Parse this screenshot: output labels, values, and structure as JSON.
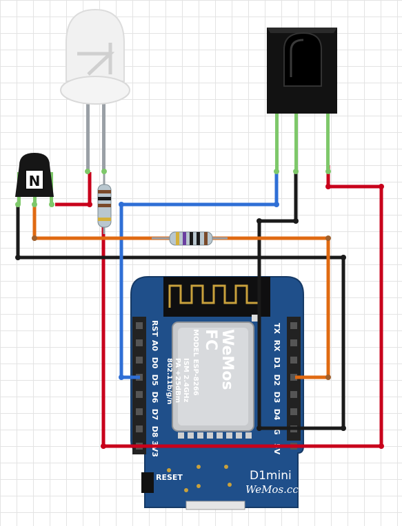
{
  "transistor": {
    "label": "N"
  },
  "board": {
    "pins_left": [
      "RST",
      "A0",
      "D0",
      "D5",
      "D6",
      "D7",
      "D8",
      "3V3"
    ],
    "pins_right": [
      "TX",
      "RX",
      "D1",
      "D2",
      "D3",
      "D4",
      "G",
      "5V"
    ],
    "reset_label": "RESET",
    "model_name": "D1mini",
    "brand_footer": "WeMos.cc",
    "module": {
      "fcc": "FC",
      "model_line": "MODEL ESP-8266",
      "ism_line": "ISM 2.4GHz",
      "pa_line": "PA +25dBm",
      "wifi_line": "802.11b/g/n",
      "logo": "WeMos"
    }
  },
  "colors": {
    "wire_red": "#c8001b",
    "wire_black": "#1a1a1a",
    "wire_blue": "#2f6fd6",
    "wire_orange": "#e06a12",
    "leg_green": "#7ec86a",
    "board_blue": "#1f4f8a",
    "header_black": "#222222"
  }
}
